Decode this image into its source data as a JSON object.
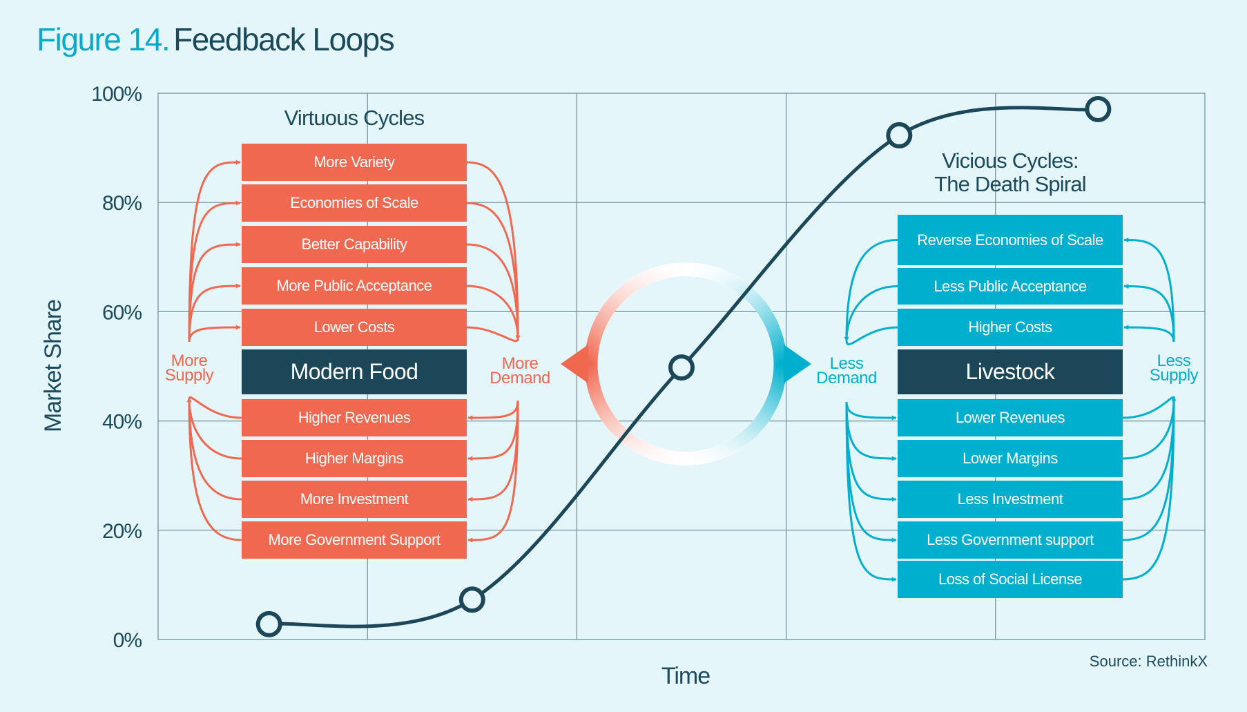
{
  "title": {
    "figure": "Figure 14.",
    "name": "Feedback Loops"
  },
  "colors": {
    "orange": "#f06850",
    "blue": "#00afcd",
    "dark": "#1b4758",
    "background": "#e5f6fa",
    "text": "#1b4a5c"
  },
  "left_panel": {
    "heading": "Virtuous Cycles",
    "center": "Modern Food",
    "top_items": [
      "More Variety",
      "Economies of Scale",
      "Better Capability",
      "More Public Acceptance",
      "Lower Costs"
    ],
    "bottom_items": [
      "Higher Revenues",
      "Higher Margins",
      "More Investment",
      "More Government Support"
    ],
    "left_label": {
      "line1": "More",
      "line2": "Supply"
    },
    "right_label": {
      "line1": "More",
      "line2": "Demand"
    }
  },
  "right_panel": {
    "heading_line1": "Vicious Cycles:",
    "heading_line2": "The Death Spiral",
    "center": "Livestock",
    "top_items": [
      "Reverse Economies of Scale",
      "Less Public Acceptance",
      "Higher Costs"
    ],
    "bottom_items": [
      "Lower Revenues",
      "Lower Margins",
      "Less Investment",
      "Less Government support",
      "Loss of Social License"
    ],
    "left_label": {
      "line1": "Less",
      "line2": "Demand"
    },
    "right_label": {
      "line1": "Less",
      "line2": "Supply"
    }
  },
  "source": "Source: RethinkX",
  "chart_data": {
    "type": "line",
    "title": "Feedback Loops",
    "xlabel": "Time",
    "ylabel": "Market Share",
    "ylim": [
      0,
      100
    ],
    "xlim": [
      0,
      5
    ],
    "yticks": [
      "0%",
      "20%",
      "40%",
      "60%",
      "80%",
      "100%"
    ],
    "grid": true,
    "x_gridlines": 4,
    "series": [
      {
        "name": "Adoption S-curve",
        "x": [
          0.53,
          1.5,
          2.5,
          3.54,
          4.49
        ],
        "values": [
          2.8,
          7.3,
          49.8,
          92.3,
          97.1
        ]
      }
    ]
  }
}
